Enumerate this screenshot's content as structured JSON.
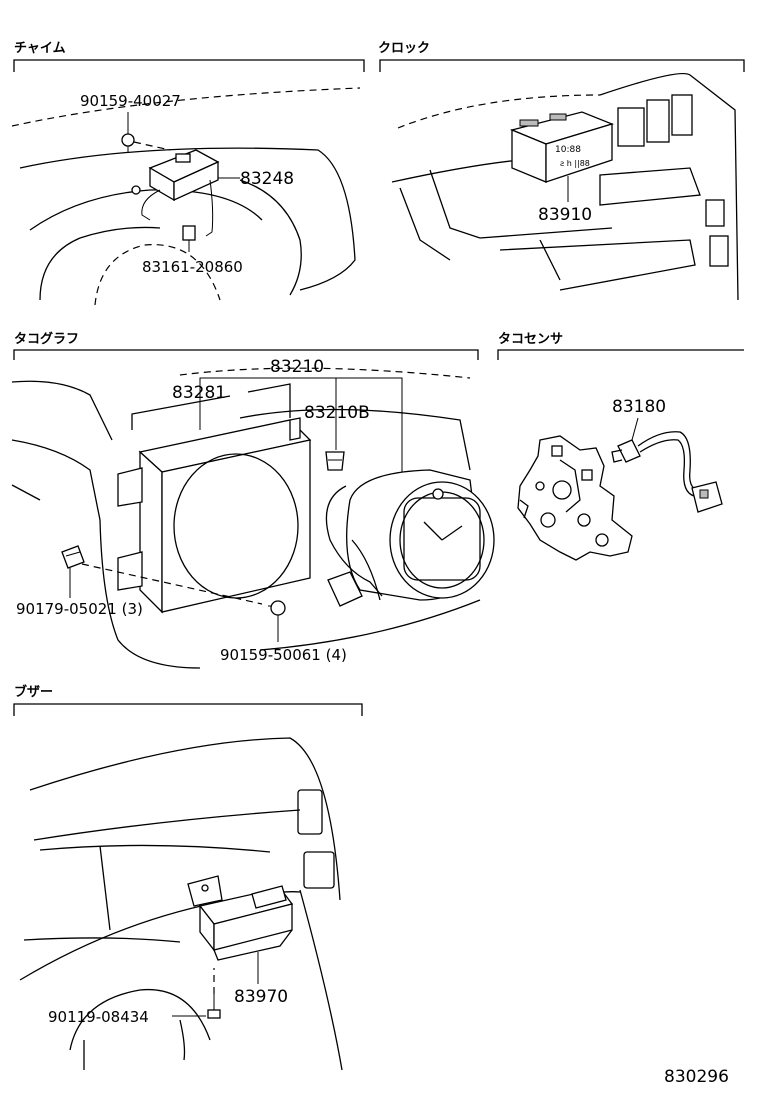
{
  "sections": {
    "chime": "チャイム",
    "clock": "クロック",
    "tachograph": "タコグラフ",
    "tacho_sensor": "タコセンサ",
    "buzzer": "ブザー"
  },
  "parts": {
    "p90159_40027": "90159-40027",
    "p83248": "83248",
    "p83161_20860": "83161-20860",
    "p83910": "83910",
    "p83210": "83210",
    "p83281": "83281",
    "p83210B": "83210B",
    "p83180": "83180",
    "p90179_05021": "90179-05021 (3)",
    "p90159_50061": "90159-50061 (4)",
    "p83970": "83970",
    "p90119_08434": "90119-08434"
  },
  "clock_display": {
    "time": "10:88",
    "buttons": "ƨ h ||88"
  },
  "diagram_id": "830296"
}
